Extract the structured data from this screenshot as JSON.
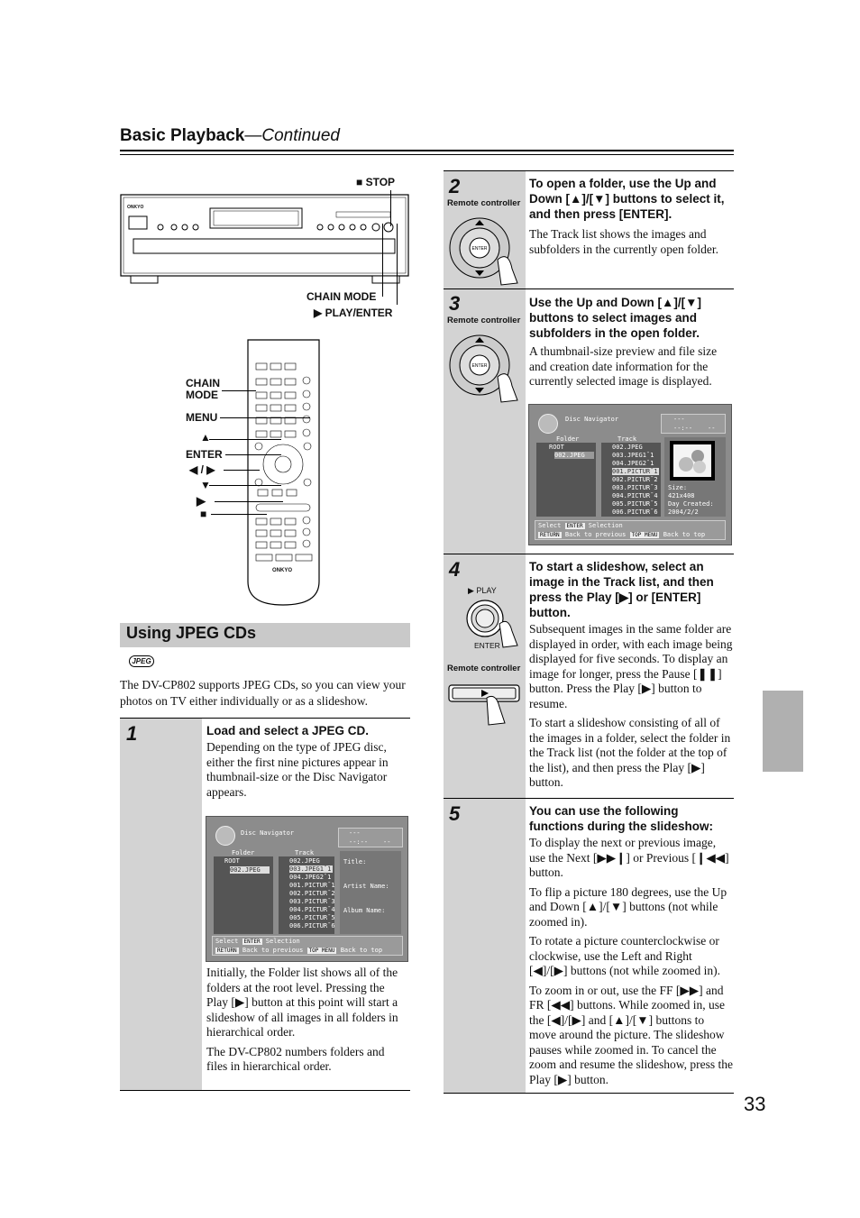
{
  "header": {
    "title": "Basic Playback",
    "continued": "—Continued"
  },
  "player_callouts": {
    "stop": "■ STOP",
    "chain_mode": "CHAIN MODE",
    "play_enter": "▶ PLAY/ENTER"
  },
  "remote_callouts": {
    "chain": "CHAIN",
    "mode": "MODE",
    "menu": "MENU",
    "up": "▲",
    "enter": "ENTER",
    "left_right": "◀ / ▶",
    "down": "▼",
    "play": "▶",
    "stop": "■"
  },
  "brand": "ONKYO",
  "section": {
    "title": "Using JPEG CDs",
    "jpeg_badge": "JPEG",
    "intro": "The DV-CP802 supports JPEG CDs, so you can view your photos on TV either individually or as a slideshow."
  },
  "step1": {
    "number": "1",
    "heading": "Load and select a JPEG CD.",
    "text1": "Depending on the type of JPEG disc, either the first nine pictures appear in thumbnail-size or the Disc Navigator appears.",
    "text2": "Initially, the Folder list shows all of the folders at the root level. Pressing the Play [▶] button at this point will start a slideshow of all images in all folders in hierarchical order.",
    "text3": "The DV-CP802 numbers folders and files in hierarchical order."
  },
  "navigator": {
    "title": "Disc Navigator",
    "folder_label": "Folder",
    "track_label": "Track",
    "root": "ROOT",
    "folder_item": "002.JPEG",
    "tracks1": [
      "002.JPEG",
      "003.JPEG1¯1",
      "004.JPEG2¯1",
      "001.PICTUR¯1",
      "002.PICTUR¯2",
      "003.PICTUR¯3",
      "004.PICTUR¯4",
      "005.PICTUR¯5",
      "006.PICTUR¯6"
    ],
    "info1": [
      "Title:",
      "Artist Name:",
      "Album Name:"
    ],
    "tracks2": [
      "002.JPEG",
      "003.JPEG1¯1",
      "004.JPEG2¯1",
      "001.PICTUR¯1",
      "002.PICTUR¯2",
      "003.PICTUR¯3",
      "004.PICTUR¯4",
      "005.PICTUR¯5",
      "006.PICTUR¯6"
    ],
    "info2": [
      "Size:",
      "421x408",
      "Day Created:",
      "2004/2/2"
    ],
    "counter1": "---",
    "counter2": "--:--",
    "counter3": "--",
    "footer": {
      "select": "Select",
      "enter_key": "ENTER",
      "selection": "Selection",
      "return_key": "RETURN",
      "back_prev": "Back to previous",
      "topmenu_key": "TOP MENU",
      "back_top": "Back to top"
    }
  },
  "step2": {
    "number": "2",
    "label": "Remote controller",
    "heading": "To open a folder, use the Up and Down [▲]/[▼] buttons to select it, and then press [ENTER].",
    "text": "The Track list shows the images and subfolders in the currently open folder."
  },
  "step3": {
    "number": "3",
    "label": "Remote controller",
    "heading": "Use the Up and Down [▲]/[▼] buttons to select images and subfolders in the open folder.",
    "text": "A thumbnail-size preview and file size and creation date information for the currently selected image is displayed."
  },
  "step4": {
    "number": "4",
    "play_label": "▶ PLAY",
    "enter_label": "ENTER",
    "label": "Remote controller",
    "heading": "To start a slideshow, select an image in the Track list, and then press the Play [▶] or [ENTER] button.",
    "text1": "Subsequent images in the same folder are displayed in order, with each image being displayed for five seconds. To display an image for longer, press the Pause [❚❚] button. Press the Play [▶] button to resume.",
    "text2": "To start a slideshow consisting of all of the images in a folder, select the folder in the Track list (not the folder at the top of the list), and then press the Play [▶] button."
  },
  "step5": {
    "number": "5",
    "heading": "You can use the following functions during the slideshow:",
    "text1": "To display the next or previous image, use the Next [▶▶❙] or Previous [❙◀◀] button.",
    "text2": "To flip a picture 180 degrees, use the Up and Down [▲]/[▼] buttons (not while zoomed in).",
    "text3": "To rotate a picture counterclockwise or clockwise, use the Left and Right [◀]/[▶] buttons (not while zoomed in).",
    "text4": "To zoom in or out, use the FF [▶▶] and FR [◀◀] buttons. While zoomed in, use the [◀]/[▶] and [▲]/[▼] buttons to move around the picture. The slideshow pauses while zoomed in. To cancel the zoom and resume the slideshow, press the Play [▶] button."
  },
  "page_number": "33"
}
